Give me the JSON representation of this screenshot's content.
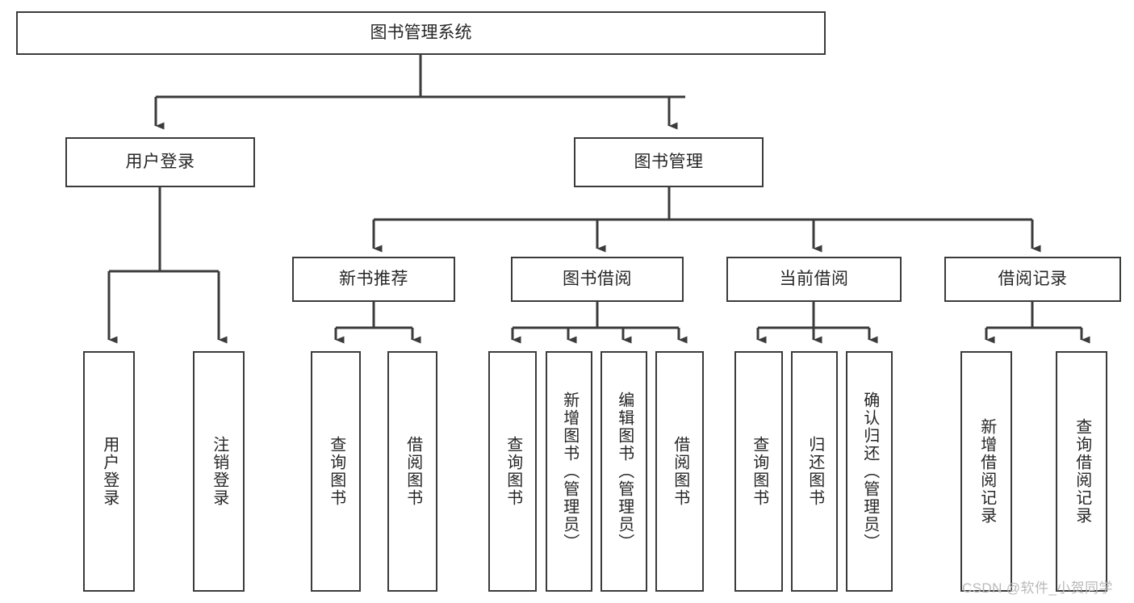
{
  "diagram": {
    "type": "tree",
    "title": "图书管理系统",
    "orientation": "top-down",
    "style": {
      "box_fill": "#ffffff",
      "box_stroke": "#3b3b3b",
      "text_color": "#262626",
      "connector_color": "#3b3b3b",
      "background": "#ffffff"
    },
    "levels": [
      {
        "level": 1,
        "nodes": [
          {
            "id": "root",
            "label": "图书管理系统",
            "orientation": "horizontal"
          }
        ]
      },
      {
        "level": 2,
        "nodes": [
          {
            "id": "login",
            "label": "用户登录",
            "orientation": "horizontal",
            "parent": "root"
          },
          {
            "id": "bookmgmt",
            "label": "图书管理",
            "orientation": "horizontal",
            "parent": "root"
          }
        ]
      },
      {
        "level": 3,
        "nodes": [
          {
            "id": "newbook",
            "label": "新书推荐",
            "orientation": "horizontal",
            "parent": "bookmgmt"
          },
          {
            "id": "borrow",
            "label": "图书借阅",
            "orientation": "horizontal",
            "parent": "bookmgmt"
          },
          {
            "id": "current",
            "label": "当前借阅",
            "orientation": "horizontal",
            "parent": "bookmgmt"
          },
          {
            "id": "records",
            "label": "借阅记录",
            "orientation": "horizontal",
            "parent": "bookmgmt"
          }
        ]
      },
      {
        "level": 4,
        "nodes": [
          {
            "id": "leaf1",
            "label": "用户登录",
            "orientation": "vertical",
            "parent": "login"
          },
          {
            "id": "leaf2",
            "label": "注销登录",
            "orientation": "vertical",
            "parent": "login"
          },
          {
            "id": "leaf3",
            "label": "查询图书",
            "orientation": "vertical",
            "parent": "newbook"
          },
          {
            "id": "leaf4",
            "label": "借阅图书",
            "orientation": "vertical",
            "parent": "newbook"
          },
          {
            "id": "leaf5",
            "label": "查询图书",
            "orientation": "vertical",
            "parent": "borrow"
          },
          {
            "id": "leaf6",
            "label": "新增图书（管理员）",
            "orientation": "vertical",
            "parent": "borrow"
          },
          {
            "id": "leaf7",
            "label": "编辑图书（管理员）",
            "orientation": "vertical",
            "parent": "borrow"
          },
          {
            "id": "leaf8",
            "label": "借阅图书",
            "orientation": "vertical",
            "parent": "borrow"
          },
          {
            "id": "leaf9",
            "label": "查询图书",
            "orientation": "vertical",
            "parent": "current"
          },
          {
            "id": "leaf10",
            "label": "归还图书",
            "orientation": "vertical",
            "parent": "current"
          },
          {
            "id": "leaf11",
            "label": "确认归还（管理员）",
            "orientation": "vertical",
            "parent": "current"
          },
          {
            "id": "leaf12",
            "label": "新增借阅记录",
            "orientation": "vertical",
            "parent": "records"
          },
          {
            "id": "leaf13",
            "label": "查询借阅记录",
            "orientation": "vertical",
            "parent": "records"
          }
        ]
      }
    ]
  },
  "watermark": {
    "text": "CSDN @软件_小贺同学"
  }
}
